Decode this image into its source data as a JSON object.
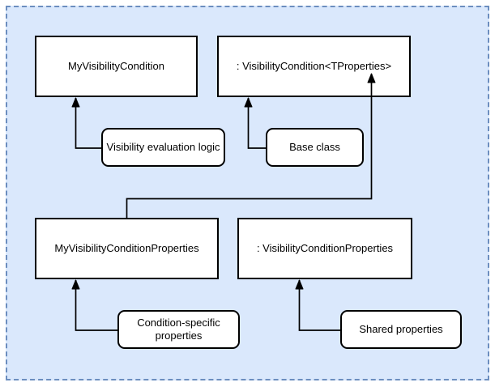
{
  "diagram": {
    "colors": {
      "page_bg": "#ffffff",
      "panel_fill": "#dae8fc",
      "panel_border": "#6c8ebf",
      "node_fill": "#ffffff",
      "node_stroke": "#000000",
      "text": "#000000"
    },
    "class_nodes": [
      {
        "id": "my-visibility-condition",
        "label": "MyVisibilityCondition"
      },
      {
        "id": "visibility-condition-generic",
        "label": ": VisibilityCondition<TProperties>"
      },
      {
        "id": "my-visibility-condition-properties",
        "label": "MyVisibilityConditionProperties"
      },
      {
        "id": "visibility-condition-properties",
        "label": ": VisibilityConditionProperties"
      }
    ],
    "annotation_nodes": [
      {
        "id": "visibility-evaluation-logic",
        "label": "Visibility evaluation logic"
      },
      {
        "id": "base-class",
        "label": "Base class"
      },
      {
        "id": "condition-specific-properties",
        "label": "Condition-specific properties"
      },
      {
        "id": "shared-properties",
        "label": "Shared properties"
      }
    ]
  }
}
